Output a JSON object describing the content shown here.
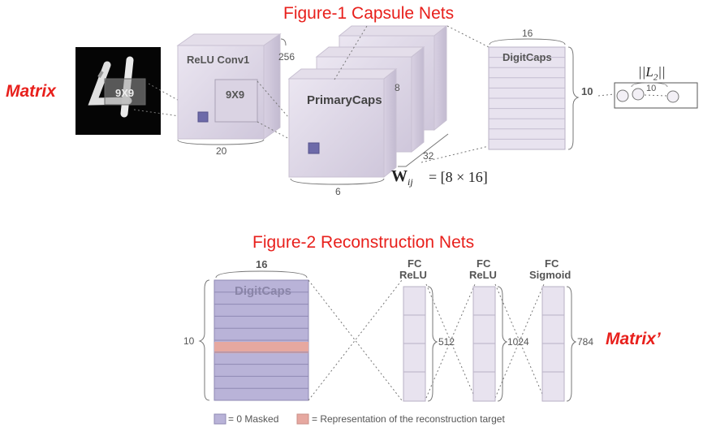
{
  "figure1": {
    "title": "Figure-1 Capsule Nets",
    "input_label": "Matrix",
    "kernel_label": "9X9",
    "conv1": {
      "name": "ReLU Conv1",
      "depth": "256",
      "width": "20",
      "kernel": "9X9"
    },
    "primary": {
      "name": "PrimaryCaps",
      "depth": "8",
      "width": "6",
      "count": "32"
    },
    "digitcaps": {
      "name": "DigitCaps",
      "dim": "16",
      "rows": "10"
    },
    "l2": {
      "label": "||L",
      "sub": "2",
      "suffix": "||",
      "count": "10"
    },
    "weight": {
      "symbol": "W",
      "sub": "ij",
      "value": "= [8 × 16]"
    }
  },
  "figure2": {
    "title": "Figure-2 Reconstruction Nets",
    "digitcaps": {
      "name": "DigitCaps",
      "dim": "16",
      "rows": "10"
    },
    "fc1": {
      "line1": "FC",
      "line2": "ReLU",
      "size": "512"
    },
    "fc2": {
      "line1": "FC",
      "line2": "ReLU",
      "size": "1024"
    },
    "fc3": {
      "line1": "FC",
      "line2": "Sigmoid",
      "size": "784"
    },
    "output_label": "Matrix’",
    "legend": {
      "masked": "= 0 Masked",
      "target": "= Representation of the reconstruction target",
      "masked_color": "#b9b3d8",
      "target_color": "#e6a8a0"
    }
  }
}
